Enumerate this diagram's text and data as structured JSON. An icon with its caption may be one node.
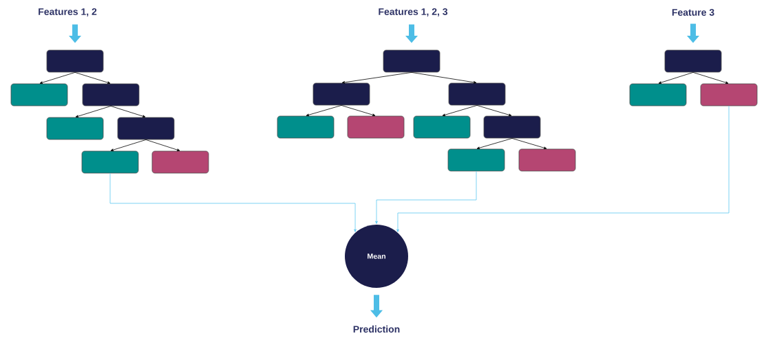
{
  "diagram": {
    "nodes": [
      {
        "text": [
          "Features 1, 2"
        ]
      },
      {
        "text": [],
        "shape": "box"
      },
      {
        "text": [],
        "shape": "box"
      },
      {
        "text": [],
        "shape": "box"
      },
      {
        "text": [],
        "shape": "box"
      },
      {
        "text": [],
        "shape": "box"
      },
      {
        "text": [],
        "shape": "box"
      },
      {
        "text": [],
        "shape": "box"
      },
      {
        "text": [
          "Features 1, 2, 3"
        ]
      },
      {
        "text": [],
        "shape": "box"
      },
      {
        "text": [],
        "shape": "box"
      },
      {
        "text": [],
        "shape": "box"
      },
      {
        "text": [],
        "shape": "box"
      },
      {
        "text": [],
        "shape": "box"
      },
      {
        "text": [],
        "shape": "box"
      },
      {
        "text": [],
        "shape": "box"
      },
      {
        "text": [],
        "shape": "box"
      },
      {
        "text": [],
        "shape": "box"
      },
      {
        "text": [
          "Feature 3"
        ]
      },
      {
        "text": [],
        "shape": "box"
      },
      {
        "text": [],
        "shape": "box"
      },
      {
        "text": [],
        "shape": "box"
      },
      {
        "text": [
          "Mean"
        ]
      },
      {
        "text": [
          "Prediction"
        ]
      }
    ],
    "edges": [
      {
        "from": 0,
        "to": 1,
        "arrow": "to",
        "style": "thick",
        "color": "#4dbde6"
      },
      {
        "from": 1,
        "to": 2,
        "arrow": "to"
      },
      {
        "from": 1,
        "to": 3,
        "arrow": "to"
      },
      {
        "from": 3,
        "to": 4,
        "arrow": "to"
      },
      {
        "from": 3,
        "to": 5,
        "arrow": "to"
      },
      {
        "from": 5,
        "to": 6,
        "arrow": "to"
      },
      {
        "from": 5,
        "to": 7,
        "arrow": "to"
      },
      {
        "from": 8,
        "to": 9,
        "arrow": "to",
        "style": "thick",
        "color": "#4dbde6"
      },
      {
        "from": 9,
        "to": 10,
        "arrow": "to"
      },
      {
        "from": 9,
        "to": 11,
        "arrow": "to"
      },
      {
        "from": 10,
        "to": 12,
        "arrow": "to"
      },
      {
        "from": 10,
        "to": 13,
        "arrow": "to"
      },
      {
        "from": 11,
        "to": 14,
        "arrow": "to"
      },
      {
        "from": 11,
        "to": 15,
        "arrow": "to"
      },
      {
        "from": 15,
        "to": 16,
        "arrow": "to"
      },
      {
        "from": 15,
        "to": 17,
        "arrow": "to"
      },
      {
        "from": 18,
        "to": 19,
        "arrow": "to",
        "style": "thick",
        "color": "#4dbde6"
      },
      {
        "from": 19,
        "to": 20,
        "arrow": "to"
      },
      {
        "from": 19,
        "to": 21,
        "arrow": "to"
      },
      {
        "from": 6,
        "to": 22,
        "arrow": "to",
        "color": "#5cc8f0"
      },
      {
        "from": 16,
        "to": 22,
        "arrow": "to",
        "color": "#5cc8f0"
      },
      {
        "from": 21,
        "to": 22,
        "arrow": "to",
        "color": "#5cc8f0"
      },
      {
        "from": 22,
        "to": 23,
        "arrow": "to",
        "style": "thick",
        "color": "#4dbde6"
      }
    ]
  }
}
